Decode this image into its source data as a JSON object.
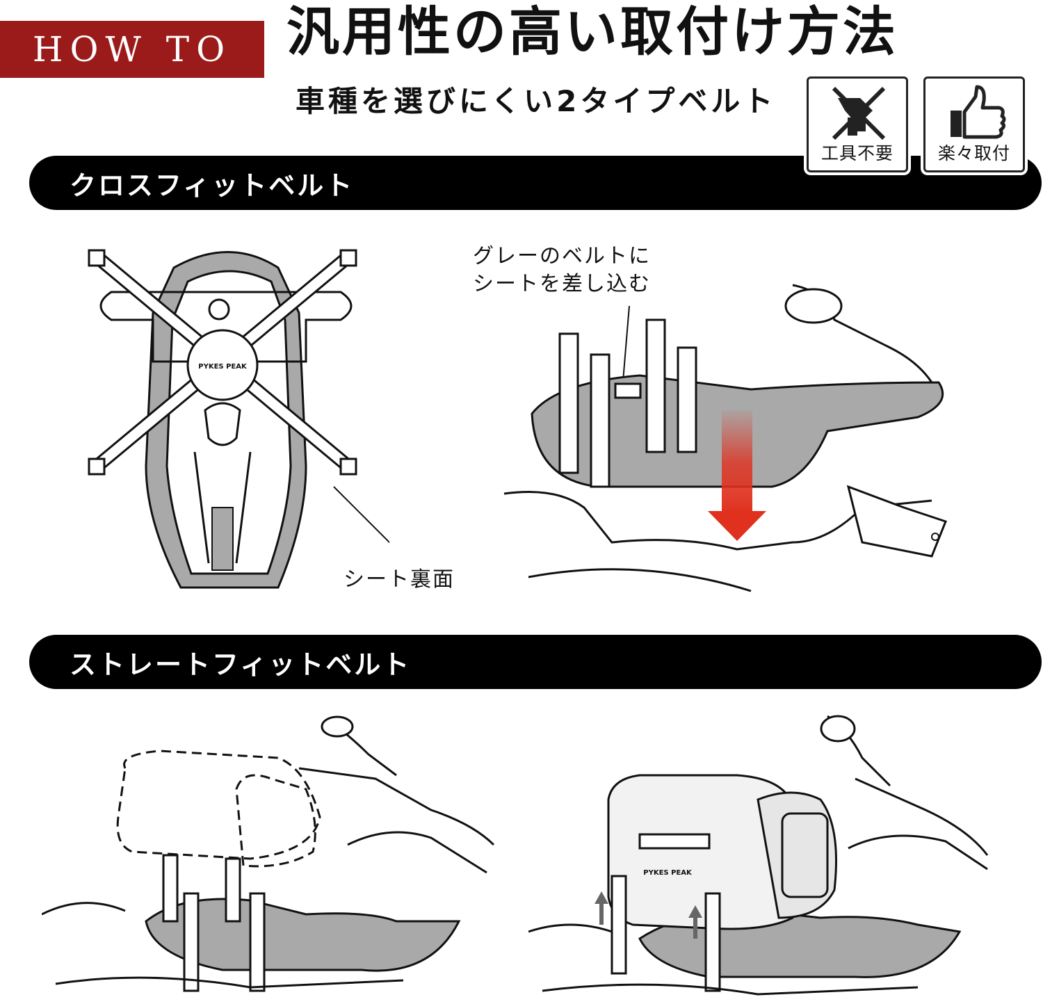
{
  "header": {
    "how_to": "HOW TO",
    "title": "汎用性の高い取付け方法",
    "subtitle": "車種を選びにくい2タイプベルト"
  },
  "badges": [
    {
      "label": "工具不要",
      "icon": "no-tools-icon"
    },
    {
      "label": "楽々取付",
      "icon": "thumbs-up-icon"
    }
  ],
  "sections": {
    "cross": {
      "label": "クロスフィットベルト",
      "callout_gray_belt_line1": "グレーのベルトに",
      "callout_gray_belt_line2": "シートを差し込む",
      "callout_seat_back": "シート裏面",
      "brand_mark": "PYKES PEAK"
    },
    "straight": {
      "label": "ストレートフィットベルト",
      "brand_mark": "PYKES PEAK"
    }
  },
  "colors": {
    "howto_bg": "#9b1b1b",
    "pill_bg": "#000000",
    "arrow": "#e0301e",
    "seat_gray": "#a9a9a9"
  }
}
